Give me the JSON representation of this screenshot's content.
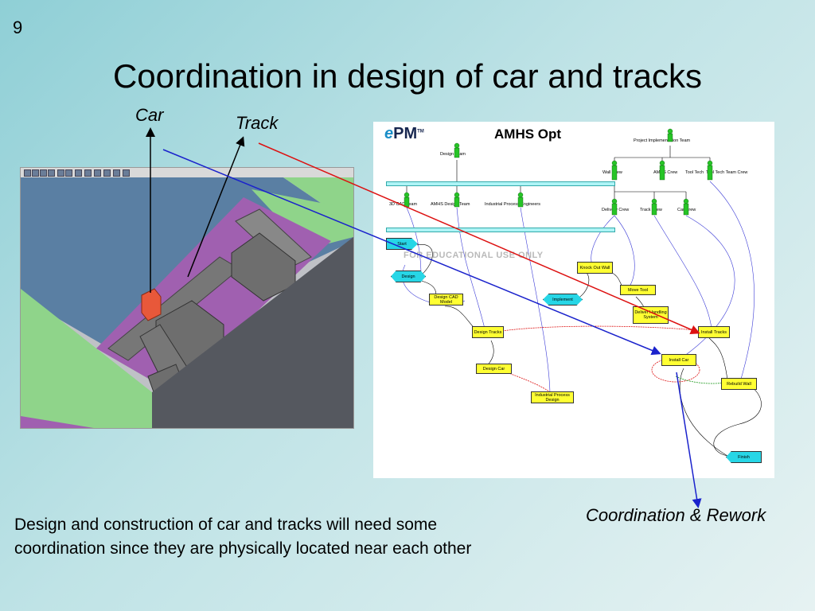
{
  "slide": {
    "number": "9",
    "title": "Coordination in design of car and tracks",
    "body": "Design and construction of car and tracks will need some coordination since they are physically located near each other"
  },
  "annotations": {
    "car": "Car",
    "track": "Track",
    "coordination": "Coordination & Rework"
  },
  "colors": {
    "car_arrow": "#000000",
    "track_arrow": "#000000",
    "blue_link": "#1a22cc",
    "red_link": "#dd1111",
    "task": "#ffff33",
    "milestone": "#27d6e6"
  },
  "diagram": {
    "logo": "PM",
    "logo_e": "e",
    "logo_tm": "TM",
    "title": "AMHS Opt",
    "watermark": "FOR EDUCATIONAL USE ONLY",
    "teams": {
      "design": "Design Team",
      "project_impl": "Project Implementation Team",
      "cad": "3D CAD Team",
      "amhs_design": "AMHS Design Team",
      "ipe": "Industrial Process Engineers",
      "wall": "Wall Crew",
      "amhs_crew": "AMHS Crew",
      "tool_tech": "Tool Tech",
      "tool_tech_crew": "Tool Tech Team Crew",
      "delivery": "Delivery Crew",
      "track": "Track Crew",
      "car": "Car Crew"
    },
    "milestones": {
      "start": "Start",
      "design": "Design",
      "implement": "Implement",
      "finish": "Finish"
    },
    "tasks": {
      "knock_out": "Knock Out Wall",
      "move_tool": "Move Tool",
      "deliver": "Deliver Handling System",
      "design_cad": "Design CAD Model",
      "design_tracks": "Design Tracks",
      "install_tracks": "Install Tracks",
      "install_car": "Install Car",
      "design_car": "Design Car",
      "rebuild_wall": "Rebuild Wall",
      "ipd": "Industrial Process Design"
    }
  }
}
